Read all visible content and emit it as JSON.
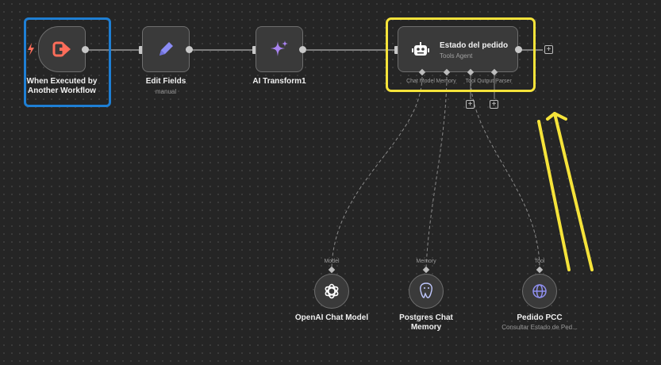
{
  "nodes": {
    "trigger": {
      "label_line1": "When Executed by",
      "label_line2": "Another Workflow",
      "icon": "exit-icon"
    },
    "edit_fields": {
      "label": "Edit Fields",
      "sublabel": "manual",
      "icon": "pencil-icon"
    },
    "ai_transform": {
      "label": "AI Transform1",
      "icon": "sparkles-icon"
    },
    "agent": {
      "title": "Estado del pedido",
      "subtitle": "Tools Agent",
      "icon": "robot-icon",
      "ports": [
        "Chat Model",
        "Memory",
        "Tool",
        "Output Parser"
      ]
    },
    "openai": {
      "port_label": "Model",
      "label": "OpenAI Chat Model",
      "icon": "openai-icon"
    },
    "postgres": {
      "port_label": "Memory",
      "label_line1": "Postgres Chat",
      "label_line2": "Memory",
      "icon": "postgres-icon"
    },
    "pedido": {
      "port_label": "Tool",
      "label": "Pedido PCC",
      "sublabel": "Consultar Estado de Ped...",
      "icon": "globe-icon"
    }
  },
  "add_symbol": "+",
  "colors": {
    "canvas": "#252525",
    "node_fill": "#3a3a3a",
    "highlight_blue": "#1e7fd4",
    "highlight_yellow": "#f5e33a",
    "trigger_icon": "#ff6d5a",
    "pencil_icon": "#8b8cf5",
    "sparkle_icon": "#a883f0",
    "tool_icon": "#8f8ff0"
  }
}
